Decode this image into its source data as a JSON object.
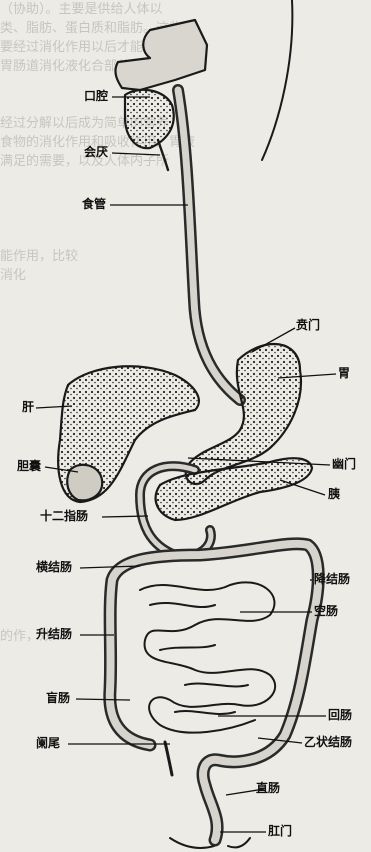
{
  "background_text": [
    "（协助）。主要是供给人体以",
    "类、脂肪、蛋白质和脂肪。这些",
    "要经过消化作用以后才能被吸收",
    "胃肠道消化液化合部分供给",
    "",
    "",
    "经过分解以后成为简单的营养",
    "食物的消化作用和吸收作用。胃液",
    "满足的需要，以及人体内子所",
    "",
    "",
    "",
    "",
    "能作用，比较",
    "消化",
    "",
    "",
    "",
    "",
    "",
    "",
    "",
    "",
    "",
    "",
    "",
    "",
    "",
    "",
    "",
    "",
    "",
    "",
    "的作，效"
  ],
  "labels": {
    "mouth": "口腔",
    "epiglottis": "会厌",
    "esophagus": "食管",
    "cardia": "贲门",
    "stomach": "胃",
    "liver": "肝",
    "gallbladder": "胆囊",
    "pylorus": "幽门",
    "pancreas": "胰",
    "duodenum": "十二指肠",
    "transverse_colon": "横结肠",
    "descending_colon": "降结肠",
    "jejunum": "空肠",
    "ascending_colon": "升结肠",
    "cecum": "盲肠",
    "ileum": "回肠",
    "appendix": "阑尾",
    "sigmoid_colon": "乙状结肠",
    "rectum": "直肠",
    "anus": "肛门"
  }
}
